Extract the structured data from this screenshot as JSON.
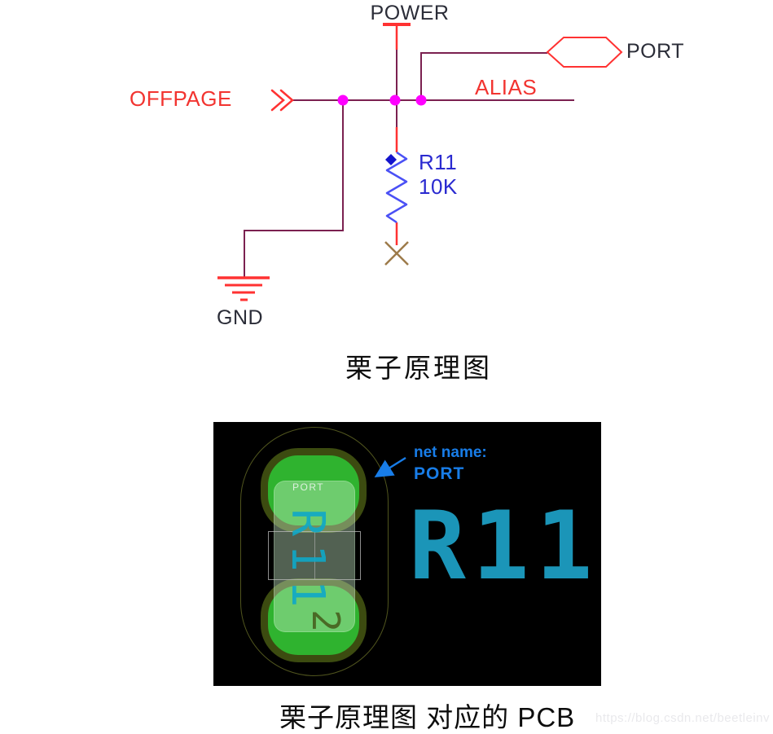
{
  "schematic": {
    "power_label": "POWER",
    "port_label": "PORT",
    "offpage_label": "OFFPAGE",
    "alias_label": "ALIAS",
    "gnd_label": "GND",
    "resistor_refdes": "R11",
    "resistor_value": "10K",
    "caption": "栗子原理图"
  },
  "pcb": {
    "annotation": {
      "line1": "net name:",
      "line2": "PORT"
    },
    "pad_net_label": "PORT",
    "silkscreen_refdes": "R11",
    "pad_number": "2",
    "refdes_text": "R11",
    "caption": "栗子原理图 对应的 PCB"
  },
  "watermark": "https://blog.csdn.net/beetleinv",
  "colors": {
    "wire_maroon": "#7b2150",
    "symbol_red": "#ff3232",
    "junction_magenta": "#ff00ff",
    "resistor_blue": "#4a50f5",
    "refdes_text_blue": "#2a2ad0",
    "no_connect_tan": "#9d7b4a",
    "pad_green": "#2fb32f",
    "pad_ring_olive": "#3c4b10",
    "pcb_teal": "#1b95b8",
    "annotation_blue": "#187de8"
  }
}
